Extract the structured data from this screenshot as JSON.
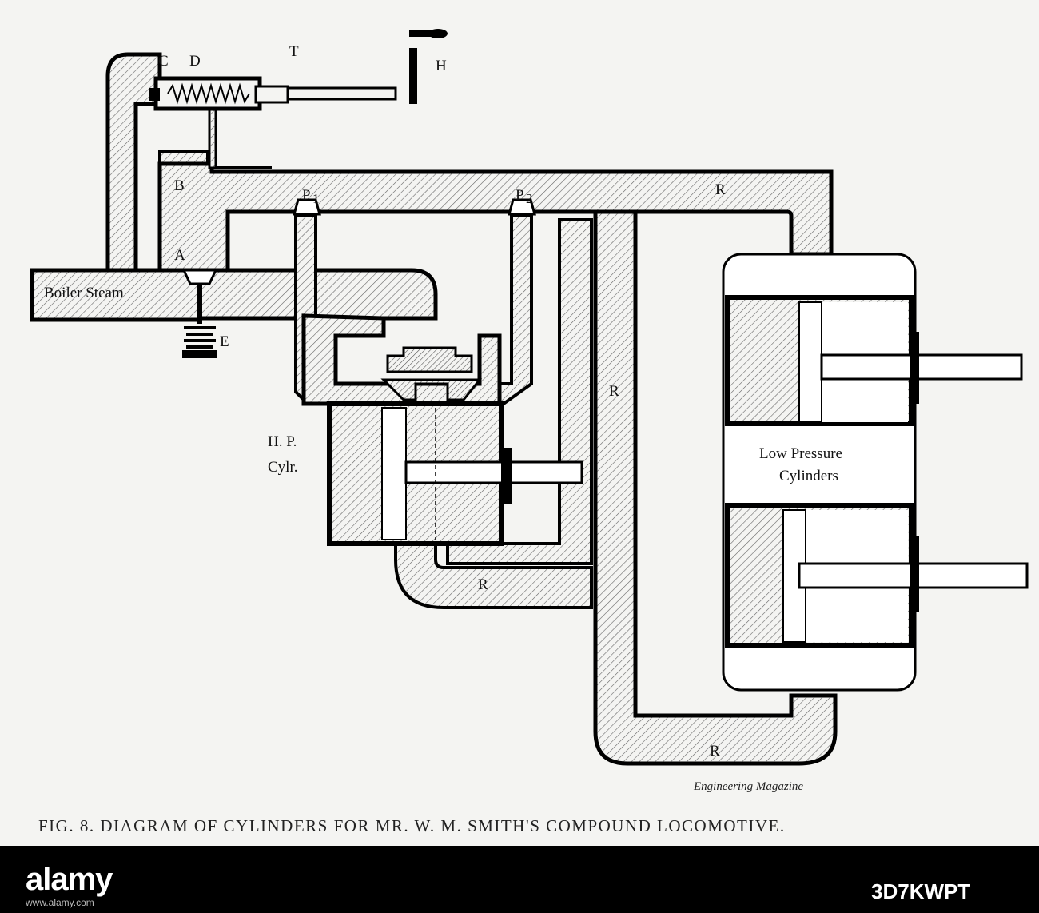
{
  "labels": {
    "C": "C",
    "D": "D",
    "T": "T",
    "H": "H",
    "B": "B",
    "A": "A",
    "E": "E",
    "P1": "P",
    "P1_sub": "1",
    "P2": "P",
    "P2_sub": "2",
    "R": "R",
    "boiler_steam": "Boiler Steam",
    "hp_line1": "H. P.",
    "hp_line2": "Cylr.",
    "lp_line1": "Low Pressure",
    "lp_line2": "Cylinders",
    "credit": "Engineering Magazine"
  },
  "caption": "FIG. 8.  DIAGRAM OF CYLINDERS FOR MR. W. M. SMITH'S COMPOUND LOCOMOTIVE.",
  "watermark": {
    "logo": "alamy",
    "code": "3D7KWPT",
    "url": "www.alamy.com"
  }
}
